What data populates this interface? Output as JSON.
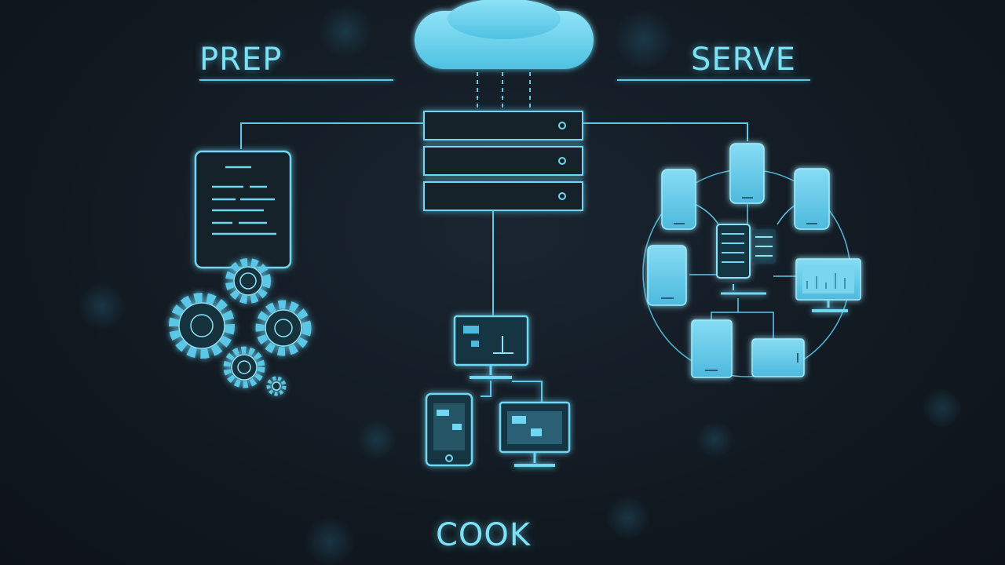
{
  "labels": {
    "prep": "PREP",
    "serve": "SERVE",
    "cook": "COOK"
  },
  "colors": {
    "background": "#121a22",
    "accent": "#5fc9e8",
    "accent_fill": "#6fd6f2",
    "text": "#7ee0f5"
  },
  "icons": [
    "cloud-icon",
    "server-rack-icon",
    "document-icon",
    "gear-icon",
    "monitor-icon",
    "tablet-icon",
    "smartphone-icon"
  ]
}
